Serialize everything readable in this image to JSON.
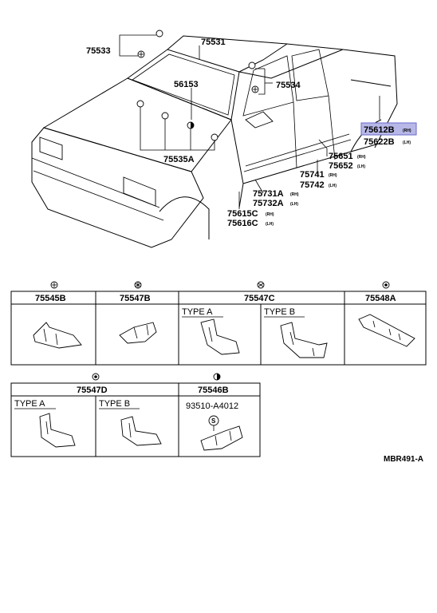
{
  "labels": {
    "p75533": "75533",
    "p75531": "75531",
    "p56153": "56153",
    "p75534": "75534",
    "p75535A": "75535A",
    "p75612B": "75612B",
    "p75612B_sfx": "(RH)",
    "p75622B": "75622B",
    "p75622B_sfx": "(LH)",
    "p75651": "75651",
    "p75651_sfx": "(RH)",
    "p75652": "75652",
    "p75652_sfx": "(LH)",
    "p75741": "75741",
    "p75741_sfx": "(RH)",
    "p75742": "75742",
    "p75742_sfx": "(LH)",
    "p75731A": "75731A",
    "p75731A_sfx": "(RH)",
    "p75732A": "75732A",
    "p75732A_sfx": "(LH)",
    "p75615C": "75615C",
    "p75615C_sfx": "(RH)",
    "p75616C": "75616C",
    "p75616C_sfx": "(LH)"
  },
  "table1": {
    "col1": "75545B",
    "col2": "75547B",
    "col3": "75547C",
    "col3_typeA": "TYPE A",
    "col3_typeB": "TYPE B",
    "col4": "75548A"
  },
  "table2": {
    "col1": "75547D",
    "col1_typeA": "TYPE A",
    "col1_typeB": "TYPE B",
    "col2": "75546B",
    "col2_part": "93510-A4012",
    "col2_badge": "S"
  },
  "diagram_code": "MBR491-A",
  "colors": {
    "highlight": "#b8b8e8",
    "highlight_border": "#6a6ac8"
  }
}
